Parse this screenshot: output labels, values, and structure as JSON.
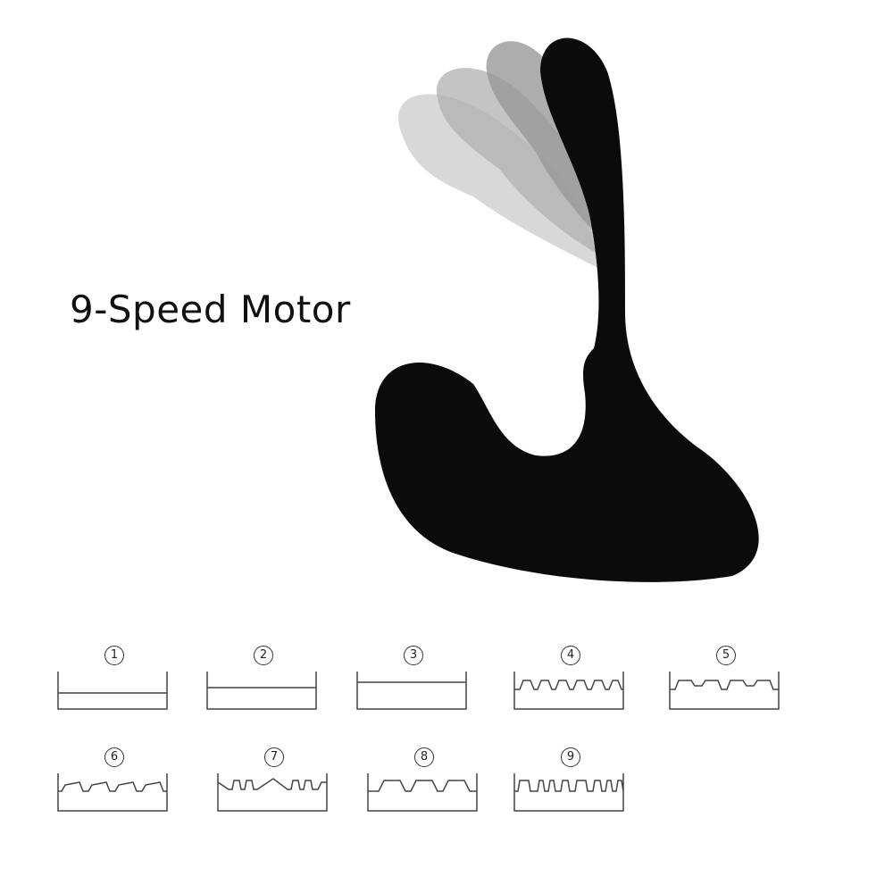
{
  "title": "9-Speed Motor",
  "product": {
    "name": "device-silhouette",
    "color": "#0b0b0b",
    "ghost_color": "#a8a8a8"
  },
  "patterns": [
    {
      "label": "1",
      "type": "constant",
      "level": "low"
    },
    {
      "label": "2",
      "type": "constant",
      "level": "medium"
    },
    {
      "label": "3",
      "type": "constant",
      "level": "high"
    },
    {
      "label": "4",
      "type": "pulse",
      "description": "regular fast pulses"
    },
    {
      "label": "5",
      "type": "wave",
      "description": "alternating short/long dips"
    },
    {
      "label": "6",
      "type": "ramp",
      "description": "rising ramps with drops"
    },
    {
      "label": "7",
      "type": "mixed",
      "description": "pulse bursts with peak"
    },
    {
      "label": "8",
      "type": "pulse",
      "description": "wide slow pulses"
    },
    {
      "label": "9",
      "type": "pulse",
      "description": "irregular rapid pulses"
    }
  ]
}
